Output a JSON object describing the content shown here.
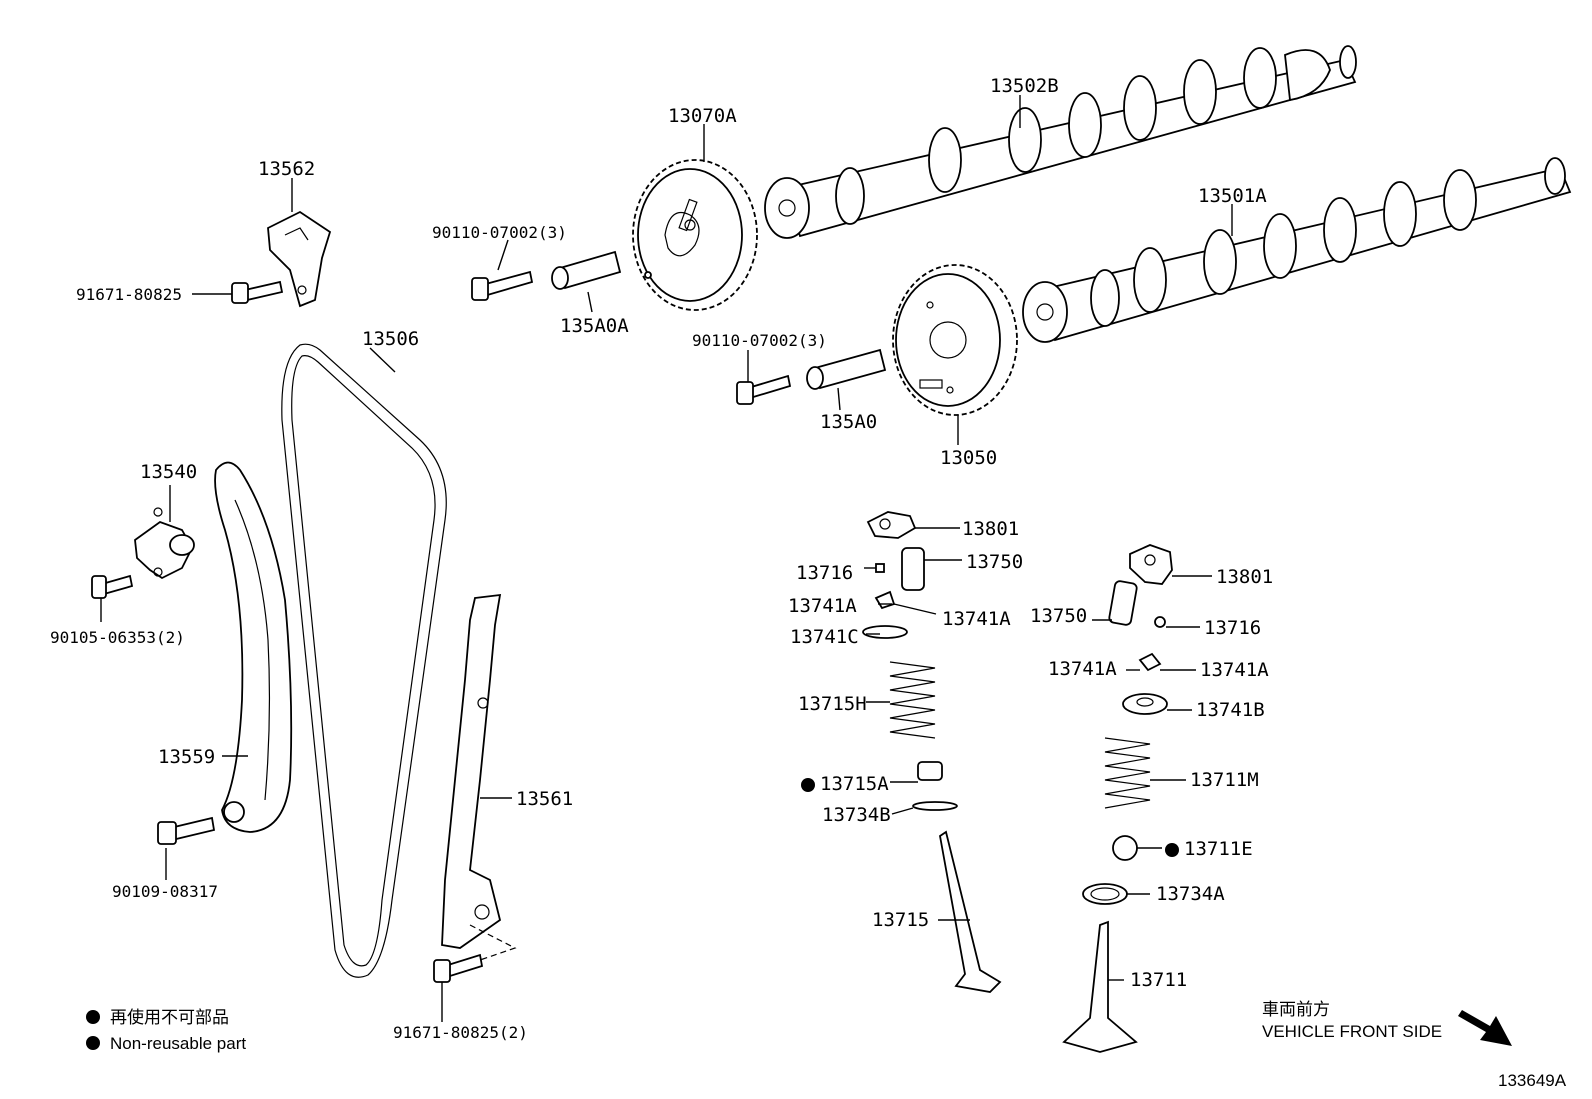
{
  "labels": {
    "p13502b": "13502B",
    "p13070a": "13070A",
    "p13562": "13562",
    "p91671_80825": "91671-80825",
    "p90110_07002_3_a": "90110-07002(3)",
    "p135a0a": "135A0A",
    "p13501a": "13501A",
    "p13506": "13506",
    "p90110_07002_3_b": "90110-07002(3)",
    "p135a0": "135A0",
    "p13050": "13050",
    "p13540": "13540",
    "p90105_06353_2": "90105-06353(2)",
    "p13801_a": "13801",
    "p13716_a": "13716",
    "p13750_a": "13750",
    "p13741a_a": "13741A",
    "p13741a_b": "13741A",
    "p13741c": "13741C",
    "p13801_b": "13801",
    "p13750_b": "13750",
    "p13716_b": "13716",
    "p13741a_c": "13741A",
    "p13741a_d": "13741A",
    "p13741b": "13741B",
    "p13715h": "13715H",
    "p13559": "13559",
    "p13715a": "13715A",
    "p13711m": "13711M",
    "p13734b": "13734B",
    "p13561": "13561",
    "p13711e": "13711E",
    "p90109_08317": "90109-08317",
    "p13734a": "13734A",
    "p13715": "13715",
    "p13711": "13711",
    "p91671_80825_2": "91671-80825(2)"
  },
  "legend": {
    "non_reusable_jp": "再使用不可部品",
    "non_reusable_en": "Non-reusable part"
  },
  "orientation": {
    "jp": "車両前方",
    "en": "VEHICLE FRONT SIDE"
  },
  "figure_id": "133649A"
}
